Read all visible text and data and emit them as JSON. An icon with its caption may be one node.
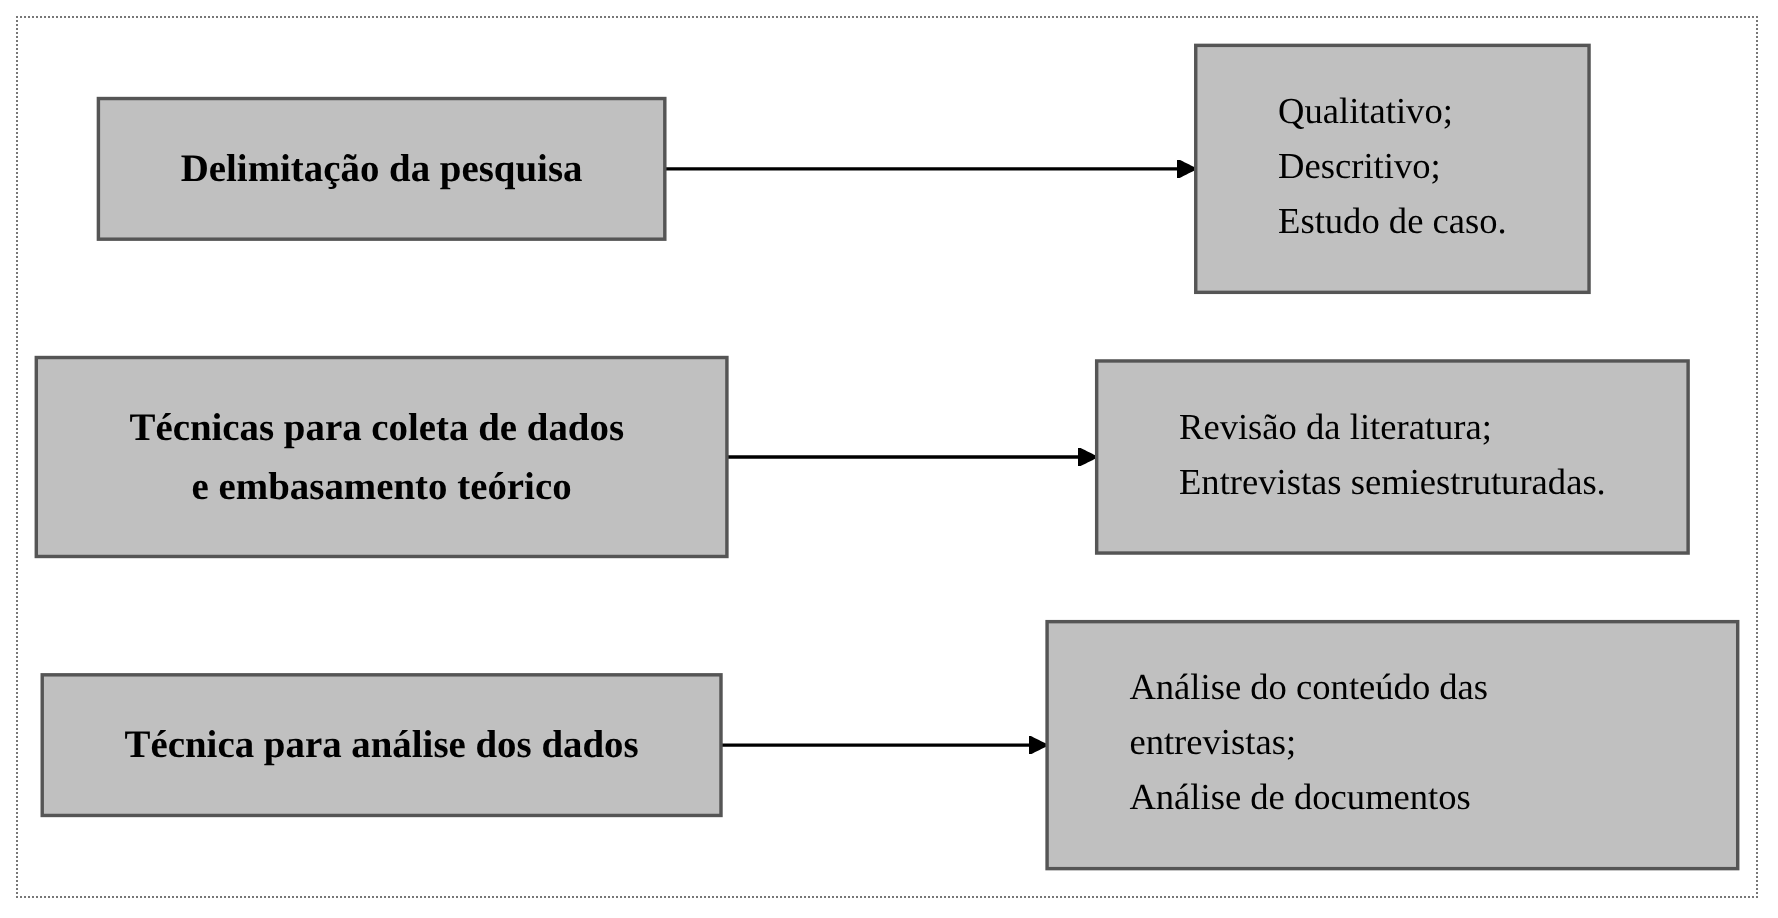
{
  "diagram": {
    "nodes": [
      {
        "text": [
          "Delimitação da pesquisa"
        ]
      },
      {
        "text": [
          "Qualitativo;",
          "Descritivo;",
          "Estudo de caso."
        ]
      },
      {
        "text": [
          "Técnicas para coleta de dados e embasamento teórico"
        ]
      },
      {
        "text": [
          "Revisão da literatura;",
          "Entrevistas semiestruturadas."
        ]
      },
      {
        "text": [
          "Técnica para análise dos dados"
        ]
      },
      {
        "text": [
          "Análise do conteúdo das entrevistas;",
          "Análise de documentos"
        ]
      }
    ],
    "edges": [
      {
        "from": 0,
        "to": 1,
        "arrow": "to"
      },
      {
        "from": 2,
        "to": 3,
        "arrow": "to"
      },
      {
        "from": 4,
        "to": 5,
        "arrow": "to"
      }
    ]
  }
}
